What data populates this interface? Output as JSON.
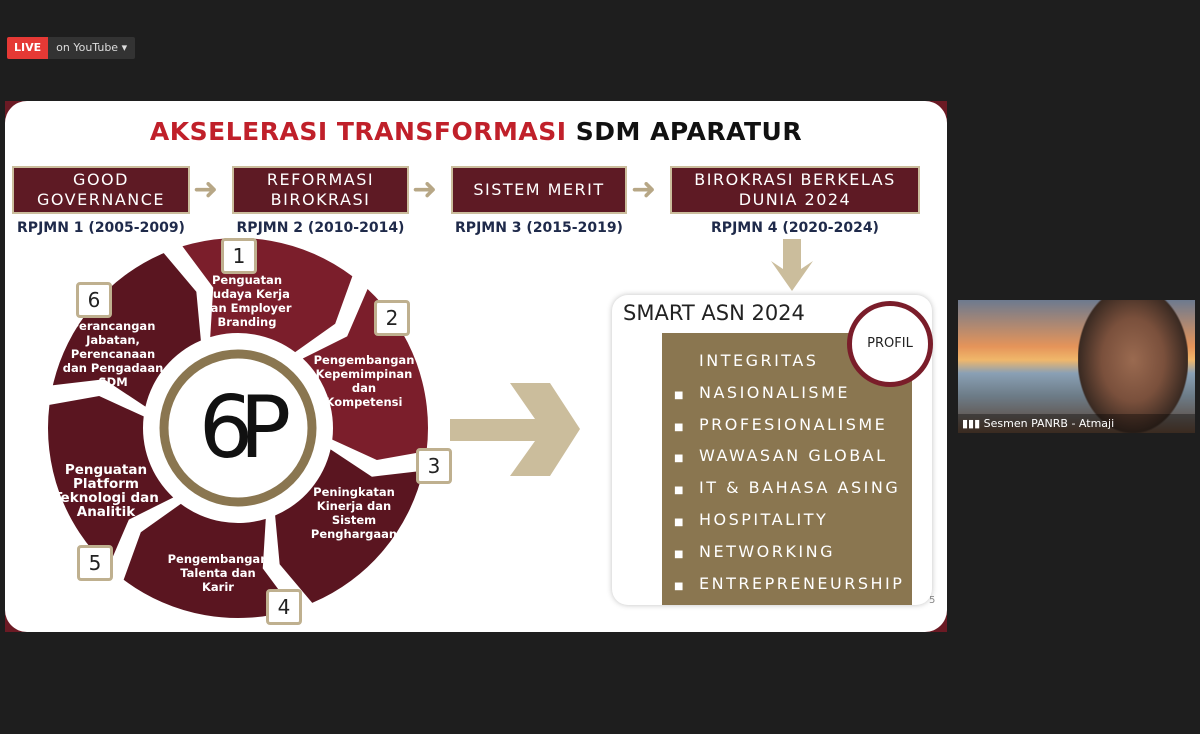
{
  "live": {
    "badge": "LIVE",
    "platform": "on YouTube ▾"
  },
  "slide": {
    "title_red": "AKSELERASI TRANSFORMASI ",
    "title_black": "SDM APARATUR",
    "stages": [
      {
        "label": "GOOD GOVERNANCE",
        "period": "RPJMN 1 (2005-2009)"
      },
      {
        "label": "REFORMASI BIROKRASI",
        "period": "RPJMN 2 (2010-2014)"
      },
      {
        "label": "SISTEM MERIT",
        "period": "RPJMN 3 (2015-2019)"
      },
      {
        "label": "BIROKRASI BERKELAS DUNIA 2024",
        "period": "RPJMN 4 (2020-2024)"
      }
    ],
    "center_logo": "6P",
    "segments": [
      {
        "num": "1",
        "label": "Penguatan Budaya Kerja dan Employer Branding"
      },
      {
        "num": "2",
        "label": "Pengembangan Kepemimpinan dan Kompetensi"
      },
      {
        "num": "3",
        "label": "Peningkatan Kinerja dan Sistem Penghargaan"
      },
      {
        "num": "4",
        "label": "Pengembangan Talenta dan Karir"
      },
      {
        "num": "5",
        "label": "Penguatan Platform Teknologi dan Analitik"
      },
      {
        "num": "6",
        "label": "Perancangan Jabatan, Perencanaan dan Pengadaan SDM"
      }
    ],
    "smart_title": "SMART ASN 2024",
    "profil": "PROFIL",
    "items": [
      "INTEGRITAS",
      "NASIONALISME",
      "PROFESIONALISME",
      "WAWASAN GLOBAL",
      "IT & BAHASA ASING",
      "HOSPITALITY",
      "NETWORKING",
      "ENTREPRENEURSHIP"
    ],
    "page_number": "5"
  },
  "participant": {
    "name": "Sesmen PANRB  - Atmaji"
  },
  "colors": {
    "maroon": "#5e1a24",
    "red": "#c0202a",
    "gold": "#8a7650"
  }
}
